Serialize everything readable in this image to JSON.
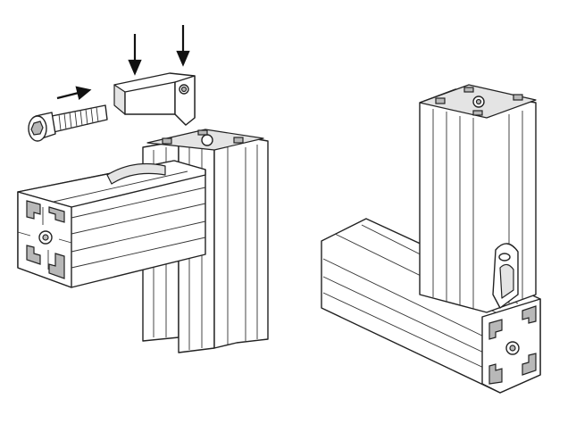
{
  "colors": {
    "line": "#222222",
    "background": "#ffffff",
    "shade": "#e4e4e4"
  },
  "figures": [
    {
      "id": "exploded-assembly",
      "parts": [
        "screw",
        "corner-connector",
        "horizontal-profile",
        "vertical-profile"
      ],
      "arrows": 3
    },
    {
      "id": "assembled-joint",
      "parts": [
        "vertical-profile",
        "horizontal-profile",
        "connector"
      ]
    }
  ]
}
